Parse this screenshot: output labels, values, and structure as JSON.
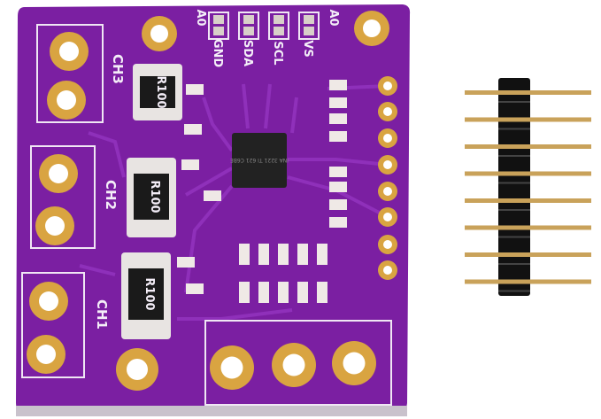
{
  "board": {
    "color": "#7b1fa2",
    "pad_color": "#d9a441",
    "top_labels": [
      "A0",
      "GND",
      "SDA",
      "SCL",
      "VS",
      "A0"
    ],
    "channel_labels": [
      "CH3",
      "CH2",
      "CH1"
    ],
    "resistor_labels": [
      "R100",
      "R100",
      "R100"
    ],
    "chip_text": "INA 3221 TI 621 C6BE"
  },
  "header": {
    "pin_count": 8,
    "body_color": "#111111",
    "pin_color": "#c9a25a"
  }
}
